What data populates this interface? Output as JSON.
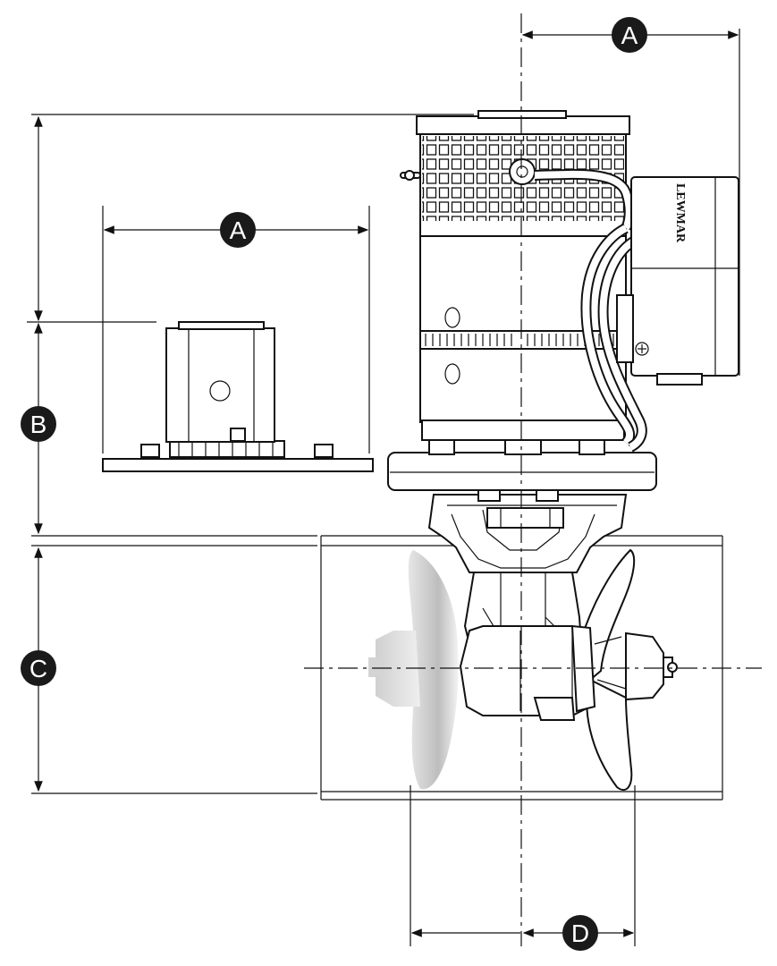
{
  "labels": {
    "a_top": "A",
    "a_left": "A",
    "b": "B",
    "c": "C",
    "d": "D"
  },
  "motor_brand_text": "LEWMAR",
  "colors": {
    "line": "#111111",
    "label_fill": "#1a1a1a",
    "label_text": "#ffffff"
  }
}
